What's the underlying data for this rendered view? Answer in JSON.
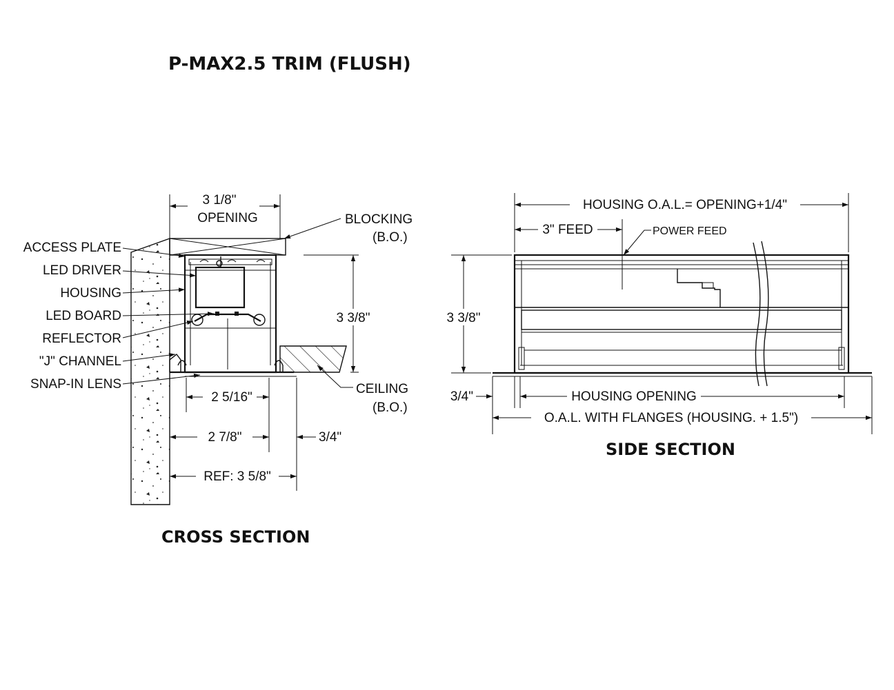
{
  "title": "P-MAX2.5 TRIM (FLUSH)",
  "cross_section": {
    "caption": "CROSS SECTION",
    "callouts": {
      "access_plate": "ACCESS PLATE",
      "led_driver": "LED DRIVER",
      "housing": "HOUSING",
      "led_board": "LED BOARD",
      "reflector": "REFLECTOR",
      "j_channel": "\"J\" CHANNEL",
      "snap_in_lens": "SNAP-IN LENS",
      "blocking": "BLOCKING",
      "blocking_note": "(B.O.)",
      "ceiling": "CEILING",
      "ceiling_note": "(B.O.)"
    },
    "dimensions": {
      "opening_value": "3 1/8\"",
      "opening_label": "OPENING",
      "height": "3 3/8\"",
      "lens_width": "2 5/16\"",
      "housing_width": "2 7/8\"",
      "ceiling_thickness": "3/4\"",
      "reference": "REF: 3 5/8\""
    }
  },
  "side_section": {
    "caption": "SIDE SECTION",
    "callouts": {
      "power_feed": "POWER FEED"
    },
    "dimensions": {
      "housing_oal": "HOUSING O.A.L.= OPENING+1/4\"",
      "feed": "3\" FEED",
      "height": "3 3/8\"",
      "ceiling_thickness": "3/4\"",
      "housing_opening": "HOUSING OPENING",
      "oal_flanges": "O.A.L. WITH FLANGES (HOUSING. + 1.5\")"
    }
  }
}
